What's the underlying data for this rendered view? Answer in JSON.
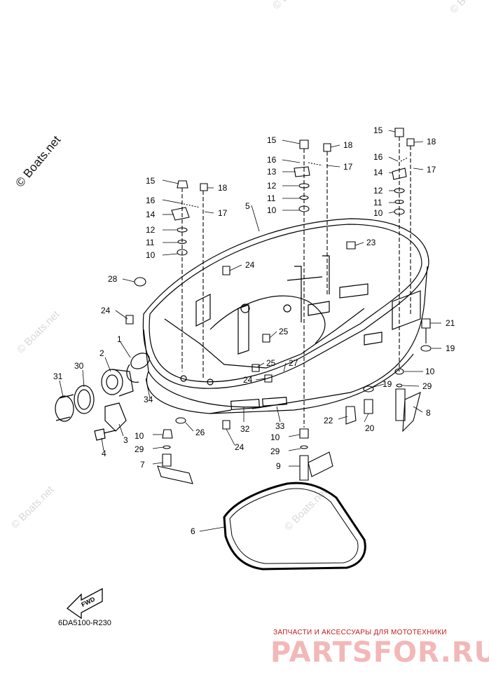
{
  "watermark": {
    "main": "© Boats.net",
    "faint": "© Boats.net"
  },
  "diagram_code": "6DA5100-R230",
  "fwd_label": "FWD",
  "footer": {
    "parts_line": "ЗАПЧАСТИ И АКСЕССУАРЫ ДЛЯ МОТОТЕХНИКИ",
    "brand": "PARTSFOR.RU"
  },
  "callouts": {
    "c1": "1",
    "c2": "2",
    "c3": "3",
    "c4": "4",
    "c5": "5",
    "c6": "6",
    "c7": "7",
    "c8": "8",
    "c9": "9",
    "c10a": "10",
    "c10b": "10",
    "c10c": "10",
    "c10d": "10",
    "c10e": "10",
    "c10f": "10",
    "c11a": "11",
    "c11b": "11",
    "c11c": "11",
    "c12a": "12",
    "c12b": "12",
    "c12c": "12",
    "c13": "13",
    "c14a": "14",
    "c14b": "14",
    "c15a": "15",
    "c15b": "15",
    "c15c": "15",
    "c16a": "16",
    "c16b": "16",
    "c16c": "16",
    "c17a": "17",
    "c17b": "17",
    "c17c": "17",
    "c18a": "18",
    "c18b": "18",
    "c18c": "18",
    "c19a": "19",
    "c19b": "19",
    "c20": "20",
    "c21": "21",
    "c22": "22",
    "c23": "23",
    "c24a": "24",
    "c24b": "24",
    "c24c": "24",
    "c24d": "24",
    "c25a": "25",
    "c25b": "25",
    "c26": "26",
    "c27": "27",
    "c28": "28",
    "c29a": "29",
    "c29b": "29",
    "c29c": "29",
    "c30": "30",
    "c31": "31",
    "c32": "32",
    "c33": "33",
    "c34": "34"
  }
}
